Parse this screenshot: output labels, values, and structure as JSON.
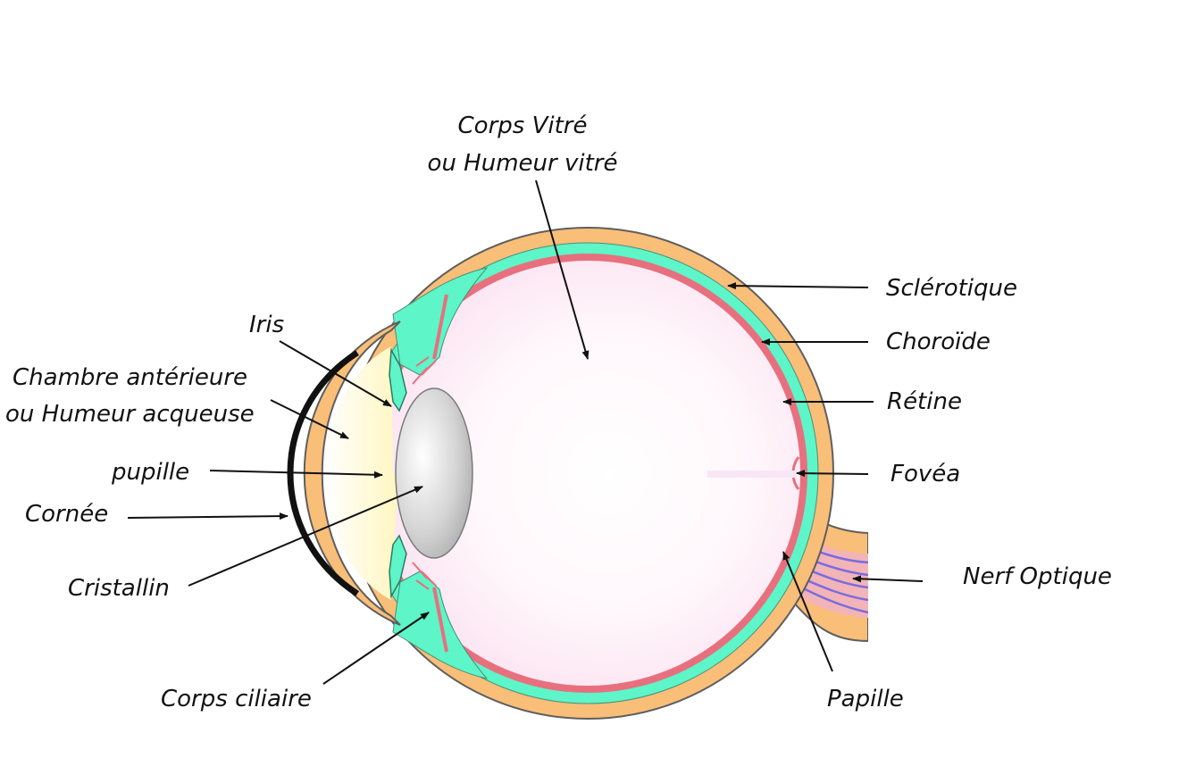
{
  "colors": {
    "sclera": "#F9BE78",
    "choroid": "#5EF5C8",
    "retina": "#E8707E",
    "vitreous": "#FBE0F0",
    "aqueous": "#FFFBD2",
    "lens": "#BDBDBD",
    "cornea": "#111111",
    "nerve_fiber": "#7A6CE0",
    "outline": "#5E5E5E"
  },
  "labels": {
    "corps_vitre_1": "Corps Vitré",
    "corps_vitre_2": "ou Humeur vitré",
    "sclerotique": "Sclérotique",
    "choroide": "Choroïde",
    "retine": "Rétine",
    "fovea": "Fovéa",
    "nerf_optique": "Nerf Optique",
    "papille": "Papille",
    "iris": "Iris",
    "chambre_1": "Chambre antérieure",
    "chambre_2": "ou Humeur acqueuse",
    "pupille": "pupille",
    "cornee": "Cornée",
    "cristallin": "Cristallin",
    "corps_ciliaire": "Corps ciliaire"
  }
}
